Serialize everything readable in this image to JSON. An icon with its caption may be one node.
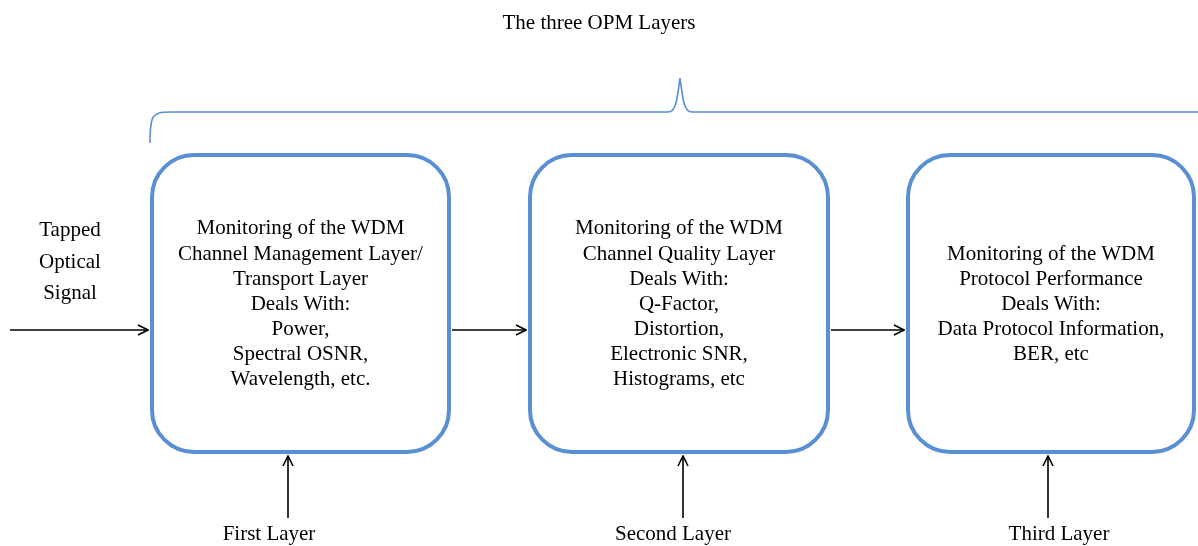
{
  "diagram": {
    "title": "The three OPM Layers",
    "nodes": [
      {
        "text": [
          "Monitoring of the WDM Channel Management Layer/ Transport Layer",
          "Deals With:",
          "Power,",
          "Spectral OSNR,",
          "Wavelength, etc."
        ]
      },
      {
        "text": [
          "Monitoring of the WDM Channel Quality Layer",
          "Deals With:",
          "Q-Factor,",
          "Distortion,",
          "Electronic SNR,",
          "Histograms, etc"
        ]
      },
      {
        "text": [
          "Monitoring of the WDM Protocol Performance",
          "Deals With:",
          "Data Protocol Information,",
          "BER, etc"
        ]
      },
      {
        "text": [
          "First Layer"
        ]
      },
      {
        "text": [
          "Second Layer"
        ]
      },
      {
        "text": [
          "Third Layer"
        ]
      }
    ],
    "edges": [
      {
        "from": null,
        "to": 0,
        "arrow": "to",
        "label": "Tapped Optical Signal"
      },
      {
        "from": 0,
        "to": 1,
        "arrow": "to"
      },
      {
        "from": 1,
        "to": 2,
        "arrow": "to"
      },
      {
        "from": 3,
        "to": 0,
        "arrow": "to"
      },
      {
        "from": 4,
        "to": 1,
        "arrow": "to"
      },
      {
        "from": 5,
        "to": 2,
        "arrow": "to"
      }
    ]
  }
}
